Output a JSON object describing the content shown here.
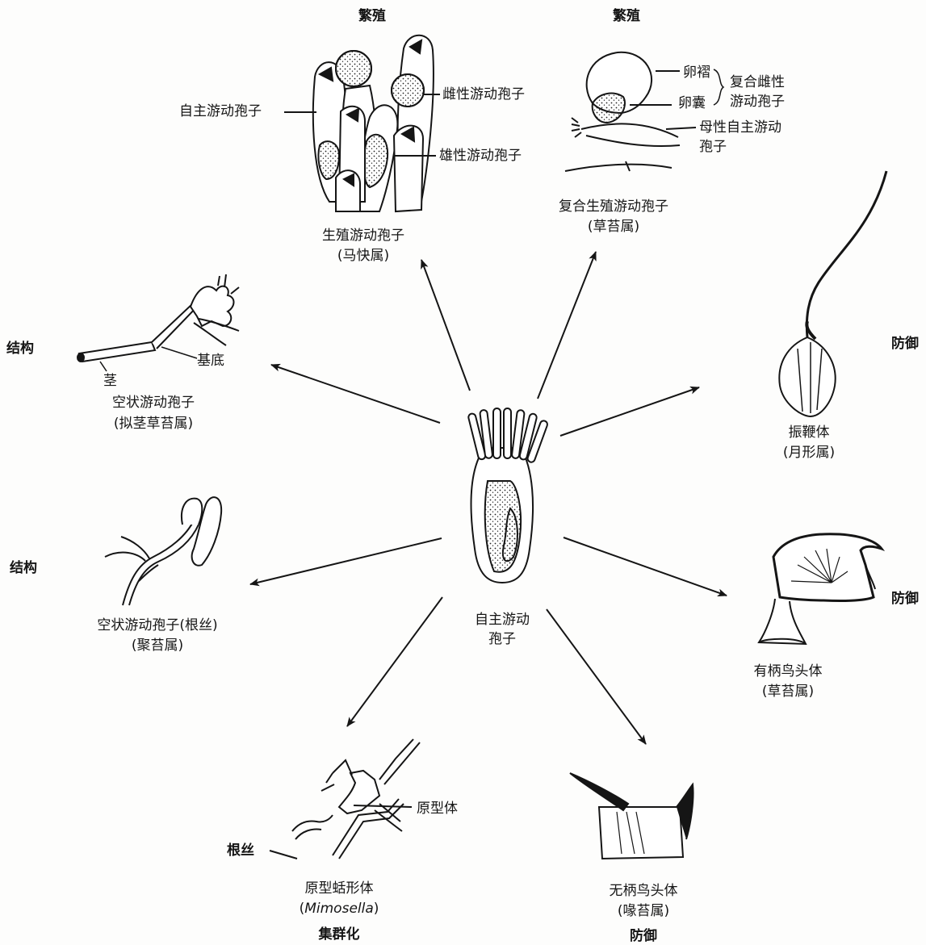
{
  "center": {
    "line1": "自主游动",
    "line2": "孢子"
  },
  "categories": {
    "top_left": "繁殖",
    "top_right": "繁殖",
    "left_top": "结构",
    "left_mid": "结构",
    "right_top": "防御",
    "right_mid": "防御",
    "bottom_left": "集群化",
    "bottom_right": "防御"
  },
  "reproductive": {
    "title": "生殖游动孢子",
    "genus": "(马快属)",
    "labels": {
      "autozooid": "自主游动孢子",
      "female": "雌性游动孢子",
      "male": "雄性游动孢子"
    }
  },
  "compound": {
    "title": "复合生殖游动孢子",
    "genus": "(草苔属)",
    "labels": {
      "ovicell_fold": "卵褶",
      "ovicell_sac": "卵囊",
      "compound_female_1": "复合雌性",
      "compound_female_2": "游动孢子",
      "maternal_1": "母性自主游动",
      "maternal_2": "孢子"
    }
  },
  "kenozooid_stem": {
    "title": "空状游动孢子",
    "genus": "(拟茎草苔属)",
    "labels": {
      "base": "基底",
      "stem": "茎"
    }
  },
  "kenozooid_rhizoid": {
    "title": "空状游动孢子(根丝)",
    "genus": "(聚苔属)"
  },
  "vibraculum": {
    "title": "振鞭体",
    "genus": "(月形属)"
  },
  "pedunculate_avicularium": {
    "title": "有柄鸟头体",
    "genus": "(草苔属)"
  },
  "sessile_avicularium": {
    "title": "无柄鸟头体",
    "genus": "(喙苔属)"
  },
  "stolon": {
    "title": "原型蛞形体",
    "genus_open": "(",
    "genus": "Mimosella",
    "genus_close": ")",
    "labels": {
      "protozooid": "原型体",
      "rhizoid": "根丝"
    }
  }
}
